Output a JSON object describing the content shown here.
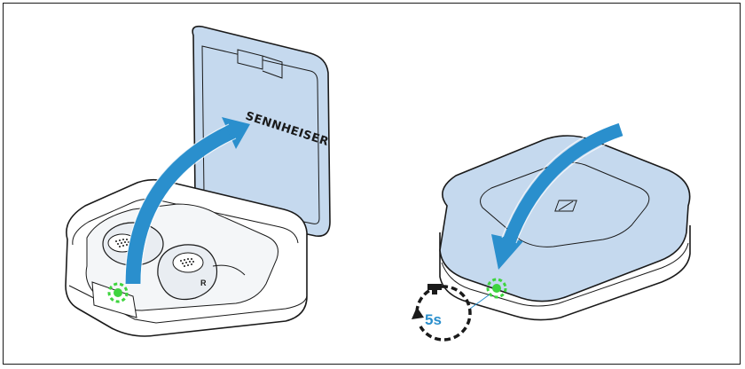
{
  "left_panel": {
    "brand_text": "SENNHEISER",
    "earbud_right_letter": "R"
  },
  "right_panel": {
    "timer_label": "5s"
  },
  "colors": {
    "case_blue": "#c5d9ee",
    "arrow_blue": "#2a8fcd",
    "led_green": "#3ed43e",
    "outline": "#1a1a1a"
  },
  "icons": [
    "open-lid-arrow-icon",
    "close-lid-arrow-icon",
    "stopwatch-icon",
    "sennheiser-logo-icon",
    "status-led-icon"
  ]
}
